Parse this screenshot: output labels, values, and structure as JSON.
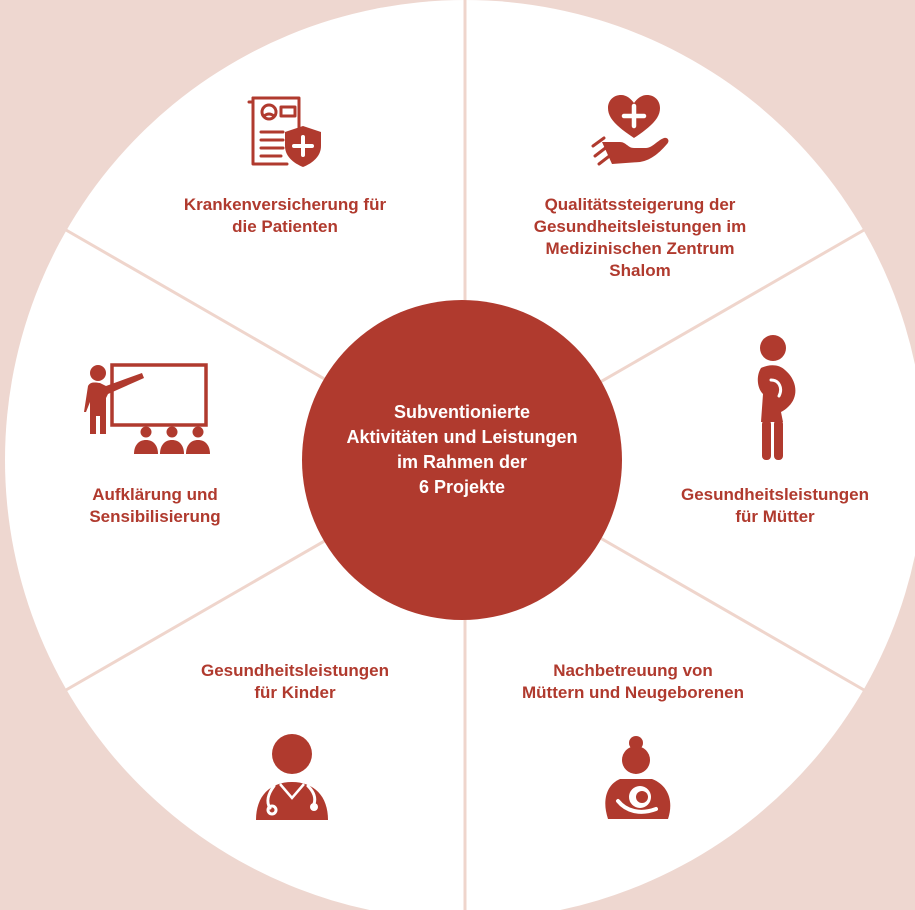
{
  "colors": {
    "background": "#eed7d0",
    "wheel": "#ffffff",
    "divider": "#efd5cc",
    "accent": "#b03a2e"
  },
  "center": {
    "text": "Subventionierte\nAktivitäten und Leistungen\nim Rahmen der\n6 Projekte"
  },
  "segments": [
    {
      "label": "Krankenversicherung für\ndie Patienten",
      "icon": "insurance-document-shield-icon"
    },
    {
      "label": "Qualitätssteigerung der\nGesundheitsleistungen im\nMedizinischen Zentrum\nShalom",
      "icon": "heart-hand-care-icon"
    },
    {
      "label": "Gesundheitsleistungen\nfür Mütter",
      "icon": "pregnant-woman-icon"
    },
    {
      "label": "Nachbetreuung von\nMüttern und Neugeborenen",
      "icon": "mother-baby-icon"
    },
    {
      "label": "Gesundheitsleistungen\nfür Kinder",
      "icon": "doctor-stethoscope-icon"
    },
    {
      "label": "Aufklärung und\nSensibilisierung",
      "icon": "presentation-audience-icon"
    }
  ]
}
